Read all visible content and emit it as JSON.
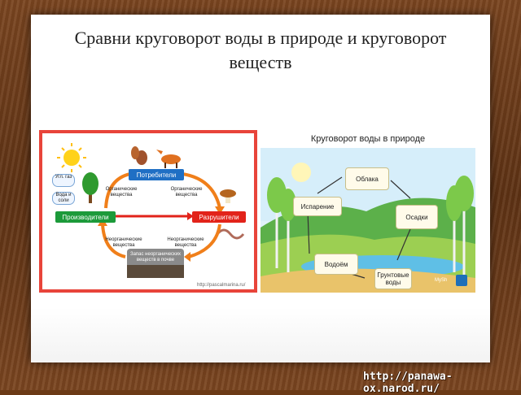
{
  "slide": {
    "title_line1": "Сравни круговорот воды в природе и круговорот",
    "title_line2": "веществ"
  },
  "url": "http://panawa-ox.narod.ru/",
  "left_diagram": {
    "consumers": "Потребители",
    "producers": "Производители",
    "decomposers": "Разрушители",
    "organic_left": "Органические вещества",
    "organic_right": "Органические вещества",
    "inorganic_left": "Неорганические вещества",
    "inorganic_right": "Неорганические вещества",
    "gas": "Угл. газ",
    "water": "Вода и соли",
    "soil_stock": "Запас неорганических веществ в почве",
    "source": "http://pascalmarina.ru/",
    "colors": {
      "blue": "#1f6fc4",
      "green": "#1c9a3a",
      "red": "#e2231a",
      "arrow": "#f07f1a"
    }
  },
  "right_diagram": {
    "title": "Круговорот воды в природе",
    "clouds": "Облака",
    "evaporation": "Испарение",
    "precipitation": "Осадки",
    "water_body": "Водоём",
    "groundwater": "Грунтовые воды",
    "mark": "MySh"
  }
}
